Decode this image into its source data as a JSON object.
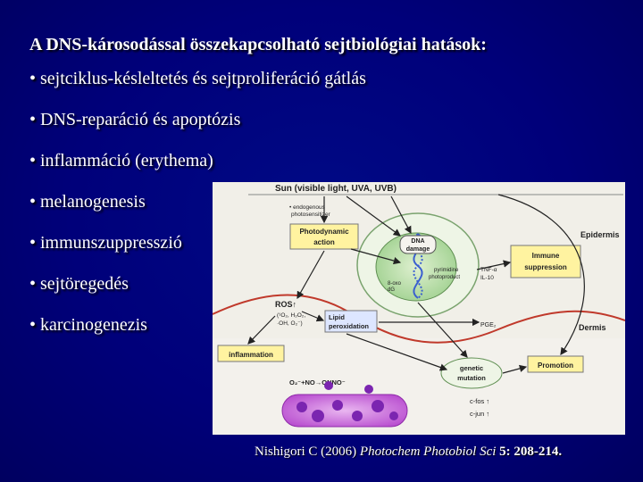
{
  "slide": {
    "title": "A DNS-károsodással összekapcsolható sejtbiológiai hatások:",
    "bullets": [
      "• sejtciklus-késleltetés és sejtproliferáció gátlás",
      "• DNS-reparáció és apoptózis",
      "• inflammáció (erythema)",
      "• melanogenesis",
      "• immunszuppresszió",
      "• sejtöregedés",
      "• karcinogenezis"
    ],
    "citation": {
      "authors": "Nishigori C (2006) ",
      "journal": "Photochem Photobiol Sci",
      "volume_pages": " 5: 208-214."
    }
  },
  "figure": {
    "sun": "Sun (visible light, UVA, UVB)",
    "endogenous": "• endogenous",
    "photosensitizer": "photosensitizer",
    "photodynamic_1": "Photodynamic",
    "photodynamic_2": "action",
    "dna_damage_1": "DNA",
    "dna_damage_2": "damage",
    "epidermis": "Epidermis",
    "immune_1": "Immune",
    "immune_2": "suppression",
    "tnf": "TNF-α",
    "il10": "IL-10",
    "pyrimidine_1": "pyrimidine",
    "pyrimidine_2": "photoproduct",
    "oxo_1": "8-oxo",
    "oxo_2": "dG",
    "ros": "ROS↑",
    "ros_species_1": "(¹O₂, H₂O₂,",
    "ros_species_2": "·OH, O₂⁻)",
    "lipid_1": "Lipid",
    "lipid_2": "peroxidation",
    "pge2": "PGE₂",
    "dermis": "Dermis",
    "inflammation": "inflammation",
    "genetic_1": "genetic",
    "genetic_2": "mutation",
    "promotion": "Promotion",
    "onoo": "O₂⁻+NO→ONNO⁻",
    "cfos": "c-fos ↑",
    "cjun": "c-jun ↑"
  }
}
